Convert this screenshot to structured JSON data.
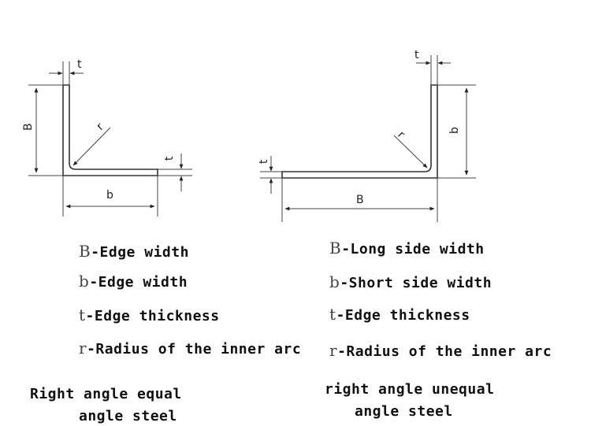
{
  "equal": {
    "dim_labels": {
      "t_top": "t",
      "B": "B",
      "r": "r",
      "t_side": "t",
      "b": "b"
    },
    "legend": [
      {
        "symbol": "B",
        "text": "Edge width"
      },
      {
        "symbol": "b",
        "text": "Edge width"
      },
      {
        "symbol": "t",
        "text": "Edge thickness"
      },
      {
        "symbol": "r",
        "text": "Radius of the inner arc"
      }
    ],
    "caption_line1": "Right angle equal",
    "caption_line2": "angle steel"
  },
  "unequal": {
    "dim_labels": {
      "t_top": "t",
      "b": "b",
      "r": "r",
      "t_side": "t",
      "B": "B"
    },
    "legend": [
      {
        "symbol": "B",
        "text": "Long side width"
      },
      {
        "symbol": "b",
        "text": "Short side width"
      },
      {
        "symbol": "t",
        "text": "Edge thickness"
      },
      {
        "symbol": "r",
        "text": "Radius of the inner arc"
      }
    ],
    "caption_line1": "right angle unequal",
    "caption_line2": "angle steel"
  }
}
